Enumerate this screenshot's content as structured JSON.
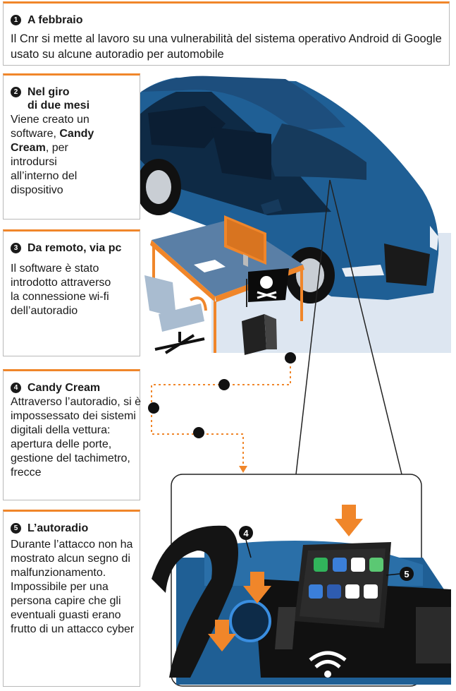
{
  "steps": [
    {
      "number": "1",
      "title": "A febbraio",
      "text": "Il Cnr si mette al lavoro su una vulnerabilità del sistema operativo Android di Google usato su alcune autoradio per automobile"
    },
    {
      "number": "2",
      "title_line1": "Nel giro",
      "title_line2": "di due mesi",
      "text_before": "Viene creato un software,",
      "text_bold": "Candy Cream",
      "text_after": ", per introdursi all’interno del dispositivo"
    },
    {
      "number": "3",
      "title": "Da remoto, via pc",
      "text": "Il software è stato introdotto attraverso la connessione wi-fi dell’autoradio"
    },
    {
      "number": "4",
      "title": "Candy Cream",
      "text": "Attraverso l’autoradio, si è impossessato dei sistemi digitali della vettura: apertura delle porte, gestione del tachimetro, frecce"
    },
    {
      "number": "5",
      "title": "L’autoradio",
      "text": "Durante l’attacco non ha mostrato alcun segno di malfunzionamento. Impossibile per una persona capire che gli eventuali guasti erano frutto di un attacco cyber"
    }
  ],
  "callouts": {
    "dashboard": "4",
    "radio": "5"
  },
  "colors": {
    "accent": "#f0862a",
    "car_blue": "#1f5f95",
    "box_border": "#b9b9b9"
  }
}
